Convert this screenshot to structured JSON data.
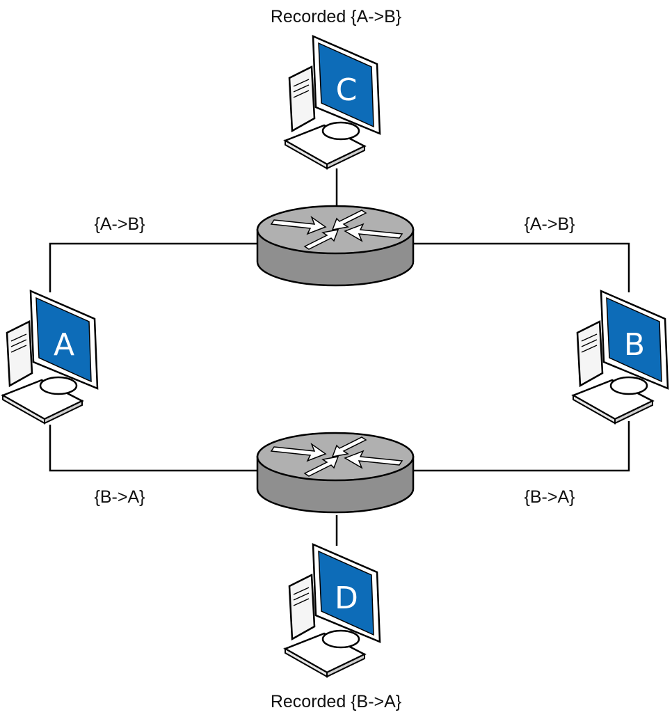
{
  "labels": {
    "recorded_top": "Recorded {A->B}",
    "recorded_bottom": "Recorded {B->A}",
    "top_left": "{A->B}",
    "top_right": "{A->B}",
    "bottom_left": "{B->A}",
    "bottom_right": "{B->A}"
  },
  "computers": {
    "a": "A",
    "b": "B",
    "c": "C",
    "d": "D"
  },
  "icons": {
    "computer": "desktop-computer-icon",
    "router": "router-icon"
  },
  "colors": {
    "screen_blue": "#0d6cb8",
    "router_grey": "#a0a0a0",
    "line": "#000000"
  }
}
